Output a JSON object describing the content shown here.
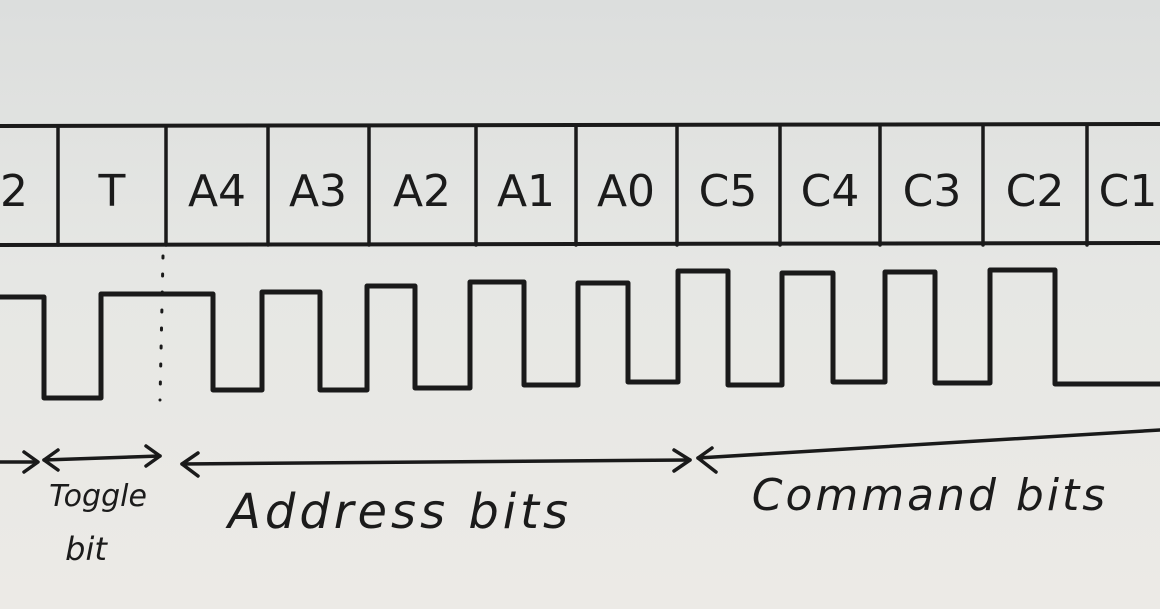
{
  "cells": [
    "2",
    "T",
    "A4",
    "A3",
    "A2",
    "A1",
    "A0",
    "C5",
    "C4",
    "C3",
    "C2",
    "C1"
  ],
  "labels": {
    "toggle_line1": "Toggle",
    "toggle_line2": "bit",
    "address": "Address bits",
    "command": "Command bits"
  },
  "colors": {
    "ink": "#1a1a1a",
    "paper": "#e6e7e4"
  }
}
